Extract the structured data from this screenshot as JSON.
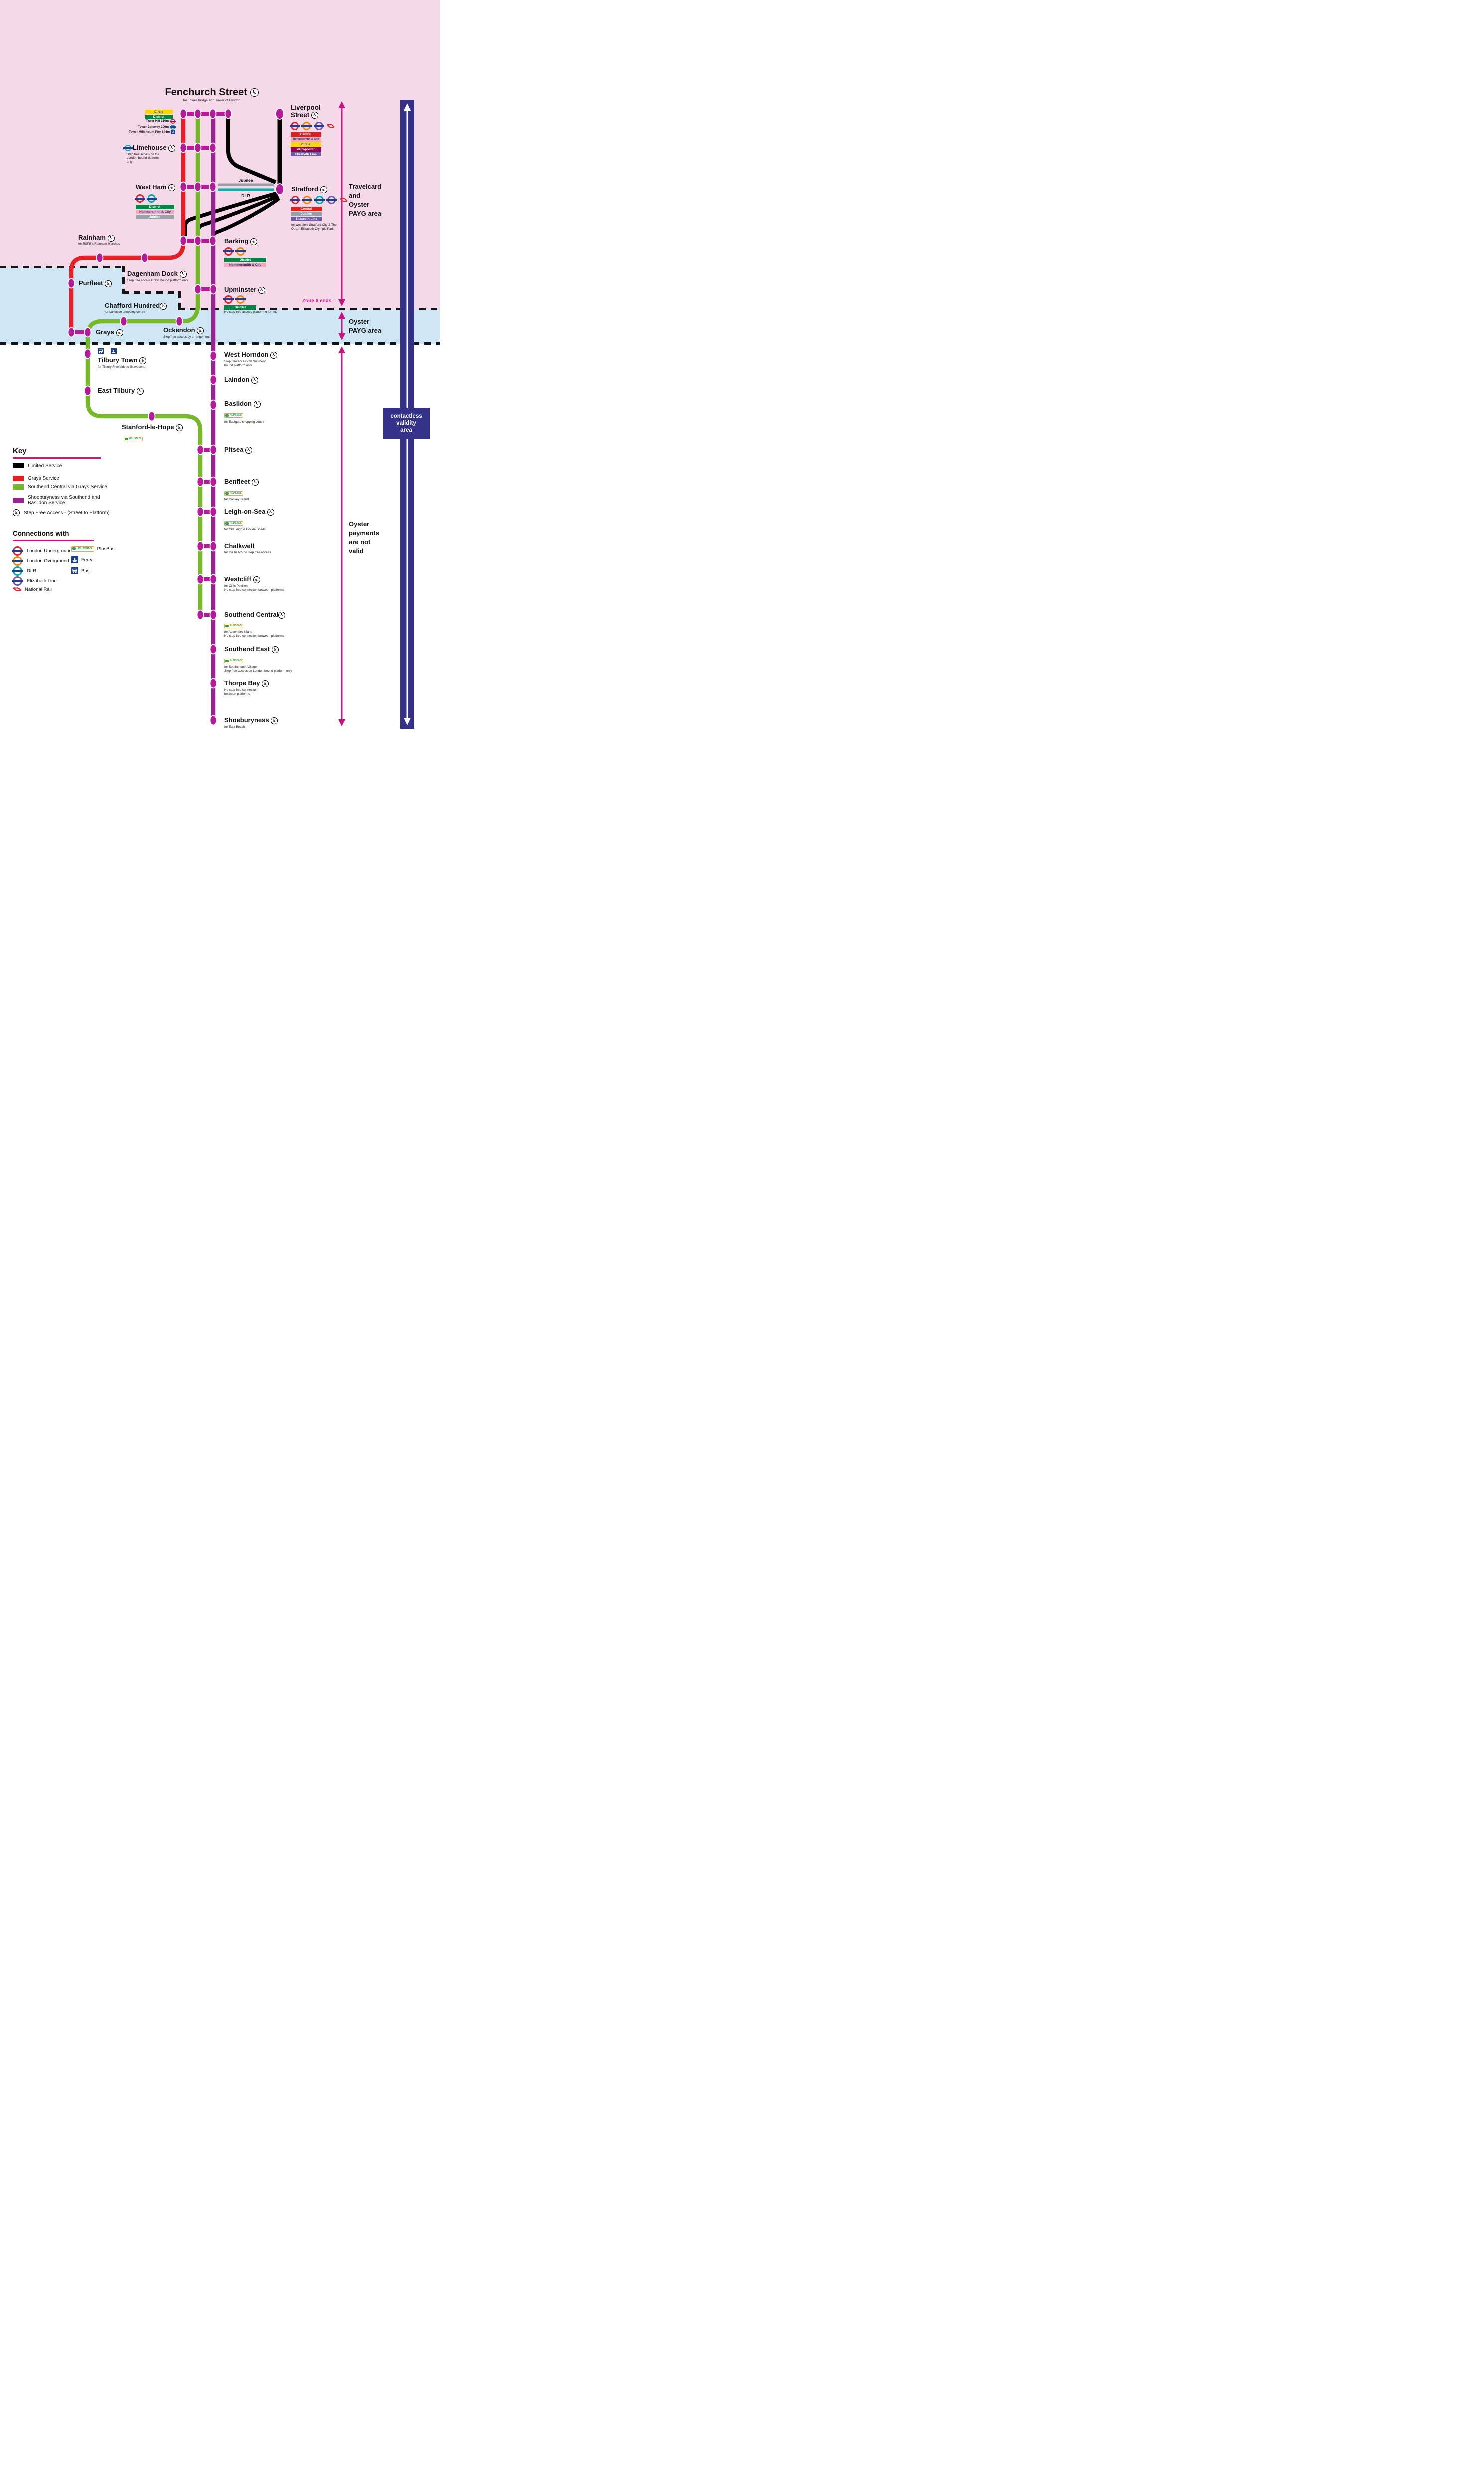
{
  "colors": {
    "c2c_magenta": "#b41a9a",
    "grays_service_red": "#e61e25",
    "southend_via_grays_green": "#76b82a",
    "shoeburyness_purple": "#93278f",
    "limited_service_black": "#000000",
    "travelcard_area_pink": "#f5d9e9",
    "oyster_area_blue": "#cfe6f5",
    "contactless_navy": "#333188",
    "zone_arrow_magenta": "#c7147f"
  },
  "icons": {
    "step_free": "♿",
    "ferry": "⚓"
  },
  "header": {
    "title": "Fenchurch Street",
    "subtitle": "for Tower Bridge and Tower of London",
    "links": [
      "Tower Hill 150m",
      "Tower Gateway 200m",
      "Tower Millennium Pier 644m"
    ]
  },
  "badges": {
    "circle": "Circle",
    "district": "District",
    "hammersmith_city": "Hammersmith & City",
    "jubilee": "Jubilee",
    "central": "Central",
    "metropolitan": "Metropolitan",
    "elizabeth": "Elizabeth Line"
  },
  "line_labels": {
    "jubilee": "Jubilee",
    "dlr": "DLR"
  },
  "stations": {
    "liverpool_street": {
      "name_line1": "Liverpool",
      "name_line2": "Street"
    },
    "limehouse": {
      "name": "Limehouse",
      "subtitle": "Step free access on the London bound platform only"
    },
    "west_ham": {
      "name": "West Ham"
    },
    "stratford": {
      "name": "Stratford",
      "subtitle": "for Westfield Stratford City & The Queen Elizabeth Olympic Park"
    },
    "barking": {
      "name": "Barking"
    },
    "rainham": {
      "name": "Rainham",
      "subtitle": "for RSPB's Rainham Marshes"
    },
    "dagenham_dock": {
      "name": "Dagenham Dock",
      "subtitle": "Step free access Grays bound platform only"
    },
    "purfleet": {
      "name": "Purfleet"
    },
    "upminster": {
      "name": "Upminster",
      "subtitle": "No step free access platform 6 for TfL"
    },
    "chafford_hundred": {
      "name": "Chafford Hundred",
      "subtitle": "for Lakeside shopping centre"
    },
    "ockendon": {
      "name": "Ockendon",
      "subtitle": "Step free access by arrangement"
    },
    "grays": {
      "name": "Grays"
    },
    "tilbury_town": {
      "name": "Tilbury Town",
      "subtitle": "for Tilbury Riverside to Gravesend"
    },
    "east_tilbury": {
      "name": "East Tilbury"
    },
    "stanford_le_hope": {
      "name": "Stanford-le-Hope"
    },
    "west_horndon": {
      "name": "West Horndon",
      "subtitle": "Step free access on Southend bound platform only"
    },
    "laindon": {
      "name": "Laindon"
    },
    "basildon": {
      "name": "Basildon",
      "subtitle": "for Eastgate shopping centre"
    },
    "pitsea": {
      "name": "Pitsea"
    },
    "benfleet": {
      "name": "Benfleet",
      "subtitle": "for Canvey Island"
    },
    "leigh_on_sea": {
      "name": "Leigh-on-Sea",
      "subtitle": "for Old Leigh & Cockle Sheds"
    },
    "chalkwell": {
      "name": "Chalkwell",
      "subtitle": "for the beach no step free access"
    },
    "westcliff": {
      "name": "Westcliff",
      "subtitle": "for Cliffs Pavilion",
      "subtitle2": "No step free connection between platforms"
    },
    "southend_central": {
      "name": "Southend Central",
      "subtitle": "for Adventure Island",
      "subtitle2": "No step free connection between platforms"
    },
    "southend_east": {
      "name": "Southend East",
      "subtitle": "for Southchurch Village",
      "subtitle2": "Step free access on London bound platform only"
    },
    "thorpe_bay": {
      "name": "Thorpe Bay",
      "subtitle": "No step free connection between platforms"
    },
    "shoeburyness": {
      "name": "Shoeburyness",
      "subtitle": "for East Beach"
    }
  },
  "areas": {
    "travelcard_lines": [
      "Travelcard",
      "and",
      "Oyster",
      "PAYG area"
    ],
    "oyster_lines": [
      "Oyster",
      "PAYG area"
    ],
    "not_valid_lines": [
      "Oyster",
      "payments",
      "are not",
      "valid"
    ],
    "contactless_lines": [
      "contactless",
      "validity",
      "area"
    ],
    "zone6": "Zone 6 ends"
  },
  "key": {
    "title": "Key",
    "items": [
      "Limited Service",
      "Grays Service",
      "Southend Central via Grays Service",
      "Shoeburyness via Southend and Basildon Service"
    ],
    "step_free_label": "Step Free Access - (Street to Platform)"
  },
  "connections": {
    "title": "Connections with",
    "underground": "London Underground",
    "overground": "London Overground",
    "dlr": "DLR",
    "elizabeth": "Elizabeth Line",
    "national_rail": "National Rail",
    "plusbus": "PlusBus",
    "ferry": "Ferry",
    "bus": "Bus"
  },
  "plusbus_logo": "PLUSBUS"
}
